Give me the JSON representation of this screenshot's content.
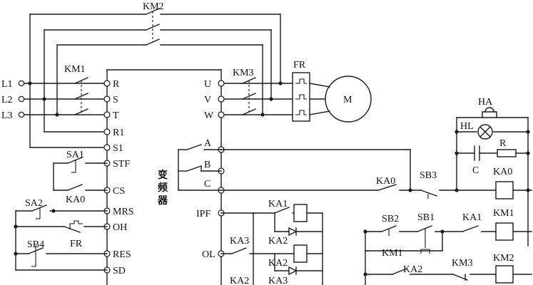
{
  "supply": {
    "l1": "L1",
    "l2": "L2",
    "l3": "L3"
  },
  "contactors": {
    "km1": "KM1",
    "km2": "KM2",
    "km3": "KM3"
  },
  "overload": {
    "fr": "FR"
  },
  "motor": {
    "label": "M"
  },
  "inverter": {
    "name_cn": [
      "变",
      "频",
      "器"
    ],
    "inputs": [
      "R",
      "S",
      "T",
      "R1",
      "S1"
    ],
    "control_terms": [
      "STF",
      "CS",
      "MRS",
      "OH",
      "RES",
      "SD"
    ],
    "outputs": [
      "U",
      "V",
      "W"
    ],
    "relay_terms": [
      "A",
      "B",
      "C"
    ],
    "status_terms": [
      "IPF",
      "OL"
    ]
  },
  "switches": {
    "sa1": "SA1",
    "sa2": "SA2",
    "sb4": "SB4",
    "sb1": "SB1",
    "sb2": "SB2",
    "sb3": "SB3"
  },
  "relays": {
    "ka0": "KA0",
    "ka1": "KA1",
    "ka2": "KA2",
    "ka3": "KA3"
  },
  "alarm": {
    "ha": "HA",
    "hl": "HL",
    "r": "R",
    "c": "C"
  },
  "contact_labels": {
    "ka0_sa1": "KA0",
    "fr_oh": "FR",
    "ka0_sb3": "KA0",
    "km1_seal": "KM1",
    "ka1_km1": "KA1",
    "ka2_km2": "KA2",
    "km3_km2": "KM3",
    "ka3_ol": "KA3",
    "ka1_ipf": "KA1",
    "ka2_ipf": "KA2",
    "ka2_ol": "KA2",
    "ka2_bottom": "KA2",
    "ka3_bottom": "KA3"
  },
  "coils": {
    "ka0": "KA0",
    "km1": "KM1",
    "km2": "KM2"
  }
}
